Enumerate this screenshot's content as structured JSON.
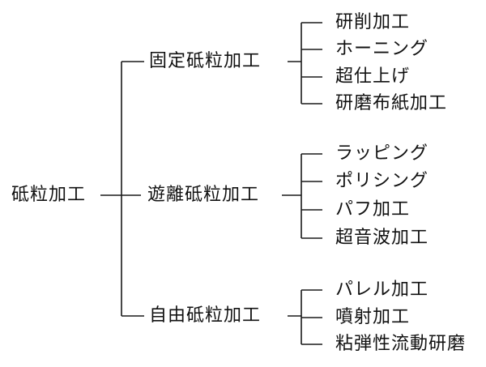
{
  "diagram": {
    "root": "砥粒加工",
    "branches": [
      {
        "label": "固定砥粒加工",
        "children": [
          "研削加工",
          "ホーニング",
          "超仕上げ",
          "研磨布紙加工"
        ]
      },
      {
        "label": "遊離砥粒加工",
        "children": [
          "ラッピング",
          "ポリシング",
          "パフ加工",
          "超音波加工"
        ]
      },
      {
        "label": "自由砥粒加工",
        "children": [
          "パレル加工",
          "噴射加工",
          "粘弾性流動研磨"
        ]
      }
    ]
  }
}
